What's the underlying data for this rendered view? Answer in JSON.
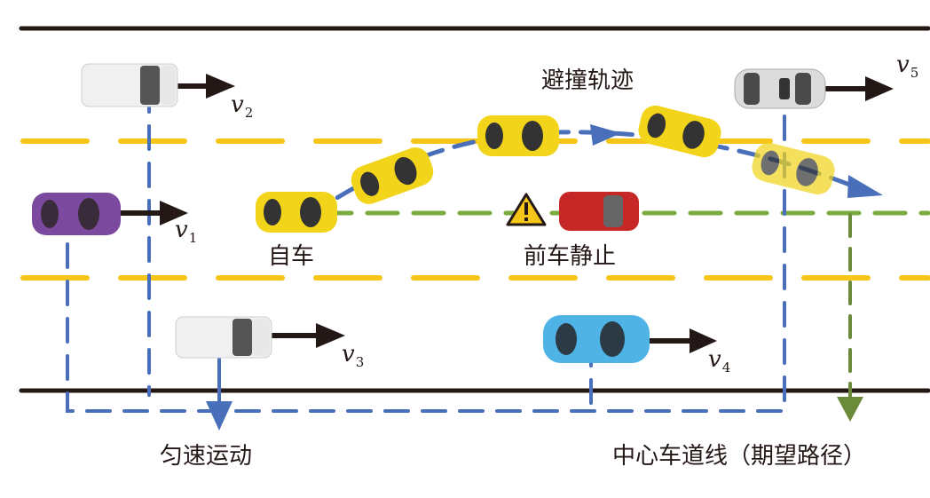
{
  "diagram": {
    "title": "Obstacle avoidance scenario on a three-lane road",
    "colors": {
      "road_edge": "#231815",
      "lane_divider": "#f5c518",
      "center_line": "#7aab3c",
      "center_arrow": "#6b8a3a",
      "trajectory": "#4a6fba",
      "ego_car": "#f2d41a",
      "stopped_car": "#c62828",
      "purple_car": "#7b4a9e",
      "blue_car": "#4fb3e6",
      "white_van": "#f2f2f2",
      "silver_car": "#d9d9d9",
      "warning": "#f5c518"
    },
    "labels": {
      "avoid_trajectory": "避撞轨迹",
      "ego_vehicle": "自车",
      "front_car_stopped": "前车静止",
      "uniform_motion": "匀速运动",
      "center_lane_line": "中心车道线（期望路径）"
    },
    "velocities": [
      {
        "symbol": "v",
        "sub": "1"
      },
      {
        "symbol": "v",
        "sub": "2"
      },
      {
        "symbol": "v",
        "sub": "3"
      },
      {
        "symbol": "v",
        "sub": "4"
      },
      {
        "symbol": "v",
        "sub": "5"
      }
    ],
    "vehicles": [
      {
        "id": "v1",
        "type": "sports-car",
        "color": "purple",
        "lane": "middle"
      },
      {
        "id": "v2",
        "type": "van",
        "color": "white",
        "lane": "top"
      },
      {
        "id": "v3",
        "type": "van",
        "color": "white",
        "lane": "bottom"
      },
      {
        "id": "v4",
        "type": "sports-car",
        "color": "blue",
        "lane": "bottom"
      },
      {
        "id": "v5",
        "type": "sedan",
        "color": "silver",
        "lane": "top"
      },
      {
        "id": "ego",
        "type": "sports-car",
        "color": "yellow",
        "lane": "middle"
      },
      {
        "id": "front",
        "type": "hatchback",
        "color": "red",
        "lane": "middle",
        "state": "stopped"
      }
    ],
    "icons": {
      "warning": "warning-triangle-icon"
    }
  }
}
